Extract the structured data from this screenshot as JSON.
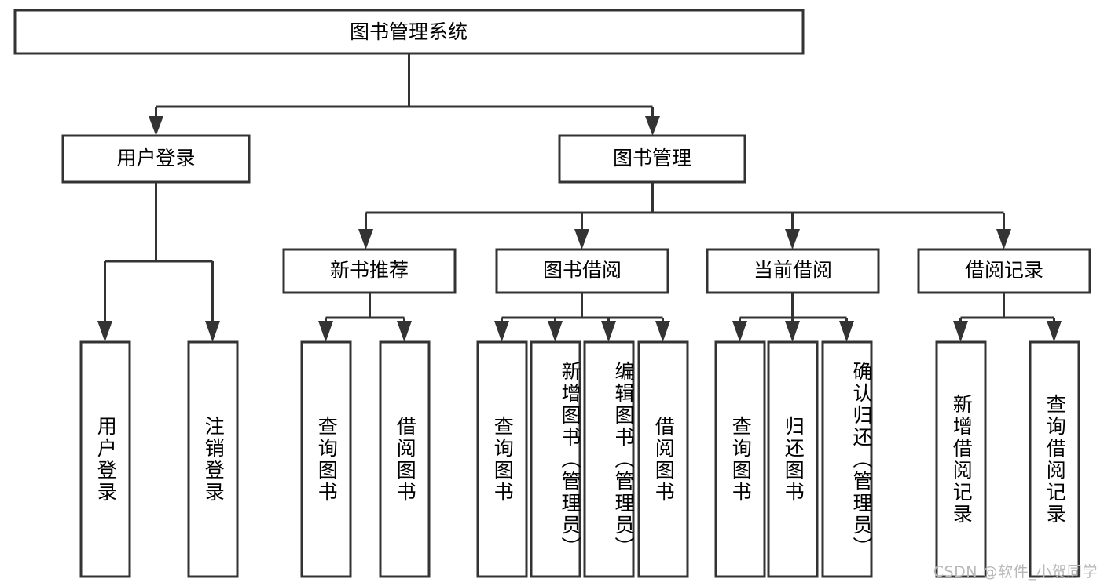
{
  "diagram": {
    "title": "图书管理系统",
    "type": "tree",
    "watermark": "CSDN @软件_小贺同学",
    "colors": {
      "stroke": "#333333",
      "fill": "#ffffff",
      "text": "#000000",
      "watermark": "#b8b8b8"
    },
    "root": {
      "label": "图书管理系统",
      "orientation": "horizontal"
    },
    "level2": [
      {
        "label": "用户登录",
        "orientation": "horizontal"
      },
      {
        "label": "图书管理",
        "orientation": "horizontal"
      }
    ],
    "level3": [
      {
        "label": "新书推荐",
        "orientation": "horizontal"
      },
      {
        "label": "图书借阅",
        "orientation": "horizontal"
      },
      {
        "label": "当前借阅",
        "orientation": "horizontal"
      },
      {
        "label": "借阅记录",
        "orientation": "horizontal"
      }
    ],
    "leaves": {
      "user_login": [
        {
          "label": "用户登录",
          "orientation": "vertical"
        },
        {
          "label": "注销登录",
          "orientation": "vertical"
        }
      ],
      "new_book_recommend": [
        {
          "label": "查询图书",
          "orientation": "vertical"
        },
        {
          "label": "借阅图书",
          "orientation": "vertical"
        }
      ],
      "book_borrow": [
        {
          "label": "查询图书",
          "orientation": "vertical"
        },
        {
          "label": "新增图书（管理员）",
          "orientation": "vertical"
        },
        {
          "label": "编辑图书（管理员）",
          "orientation": "vertical"
        },
        {
          "label": "借阅图书",
          "orientation": "vertical"
        }
      ],
      "current_borrow": [
        {
          "label": "查询图书",
          "orientation": "vertical"
        },
        {
          "label": "归还图书",
          "orientation": "vertical"
        },
        {
          "label": "确认归还（管理员）",
          "orientation": "vertical"
        }
      ],
      "borrow_record": [
        {
          "label": "新增借阅记录",
          "orientation": "vertical"
        },
        {
          "label": "查询借阅记录",
          "orientation": "vertical"
        }
      ]
    }
  }
}
